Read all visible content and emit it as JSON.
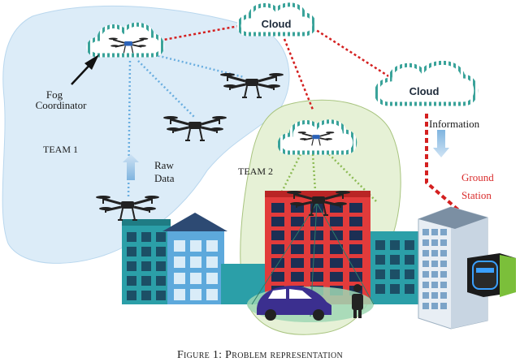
{
  "labels": {
    "cloud_top": "Cloud",
    "cloud_right": "Cloud",
    "fog_coordinator_line1": "Fog",
    "fog_coordinator_line2": "Coordinator",
    "team1": "TEAM 1",
    "team2": "TEAM 2",
    "raw_line1": "Raw",
    "raw_line2": "Data",
    "information": "Information",
    "ground_line1": "Ground",
    "ground_line2": "Station"
  },
  "caption": "Figure 1: Problem representation",
  "colors": {
    "team1_region": "#dcecf8",
    "team2_region": "#e6f1d6",
    "cloud_stripe": "#3aa39a",
    "red_link": "#d42020",
    "blue_link": "#6aaee0",
    "green_link": "#8dbb55",
    "ground_label": "#d92b2b"
  },
  "icons": [
    "drone-icon",
    "cloud-icon",
    "building-icon",
    "car-icon",
    "person-icon",
    "server-tower-icon",
    "arrow-up-icon",
    "arrow-down-icon"
  ]
}
